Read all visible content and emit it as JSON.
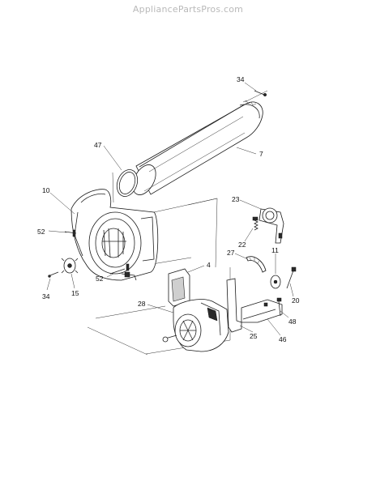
{
  "watermark": "AppliancePartsPros.com",
  "callouts": [
    {
      "id": "c34a",
      "label": "34"
    },
    {
      "id": "c47",
      "label": "47"
    },
    {
      "id": "c7",
      "label": "7"
    },
    {
      "id": "c10",
      "label": "10"
    },
    {
      "id": "c52a",
      "label": "52"
    },
    {
      "id": "c52b",
      "label": "52"
    },
    {
      "id": "c34b",
      "label": "34"
    },
    {
      "id": "c15",
      "label": "15"
    },
    {
      "id": "c23",
      "label": "23"
    },
    {
      "id": "c22",
      "label": "22"
    },
    {
      "id": "c4",
      "label": "4"
    },
    {
      "id": "c27",
      "label": "27"
    },
    {
      "id": "c11",
      "label": "11"
    },
    {
      "id": "c20",
      "label": "20"
    },
    {
      "id": "c28",
      "label": "28"
    },
    {
      "id": "c48",
      "label": "48"
    },
    {
      "id": "c25",
      "label": "25"
    },
    {
      "id": "c46",
      "label": "46"
    }
  ]
}
